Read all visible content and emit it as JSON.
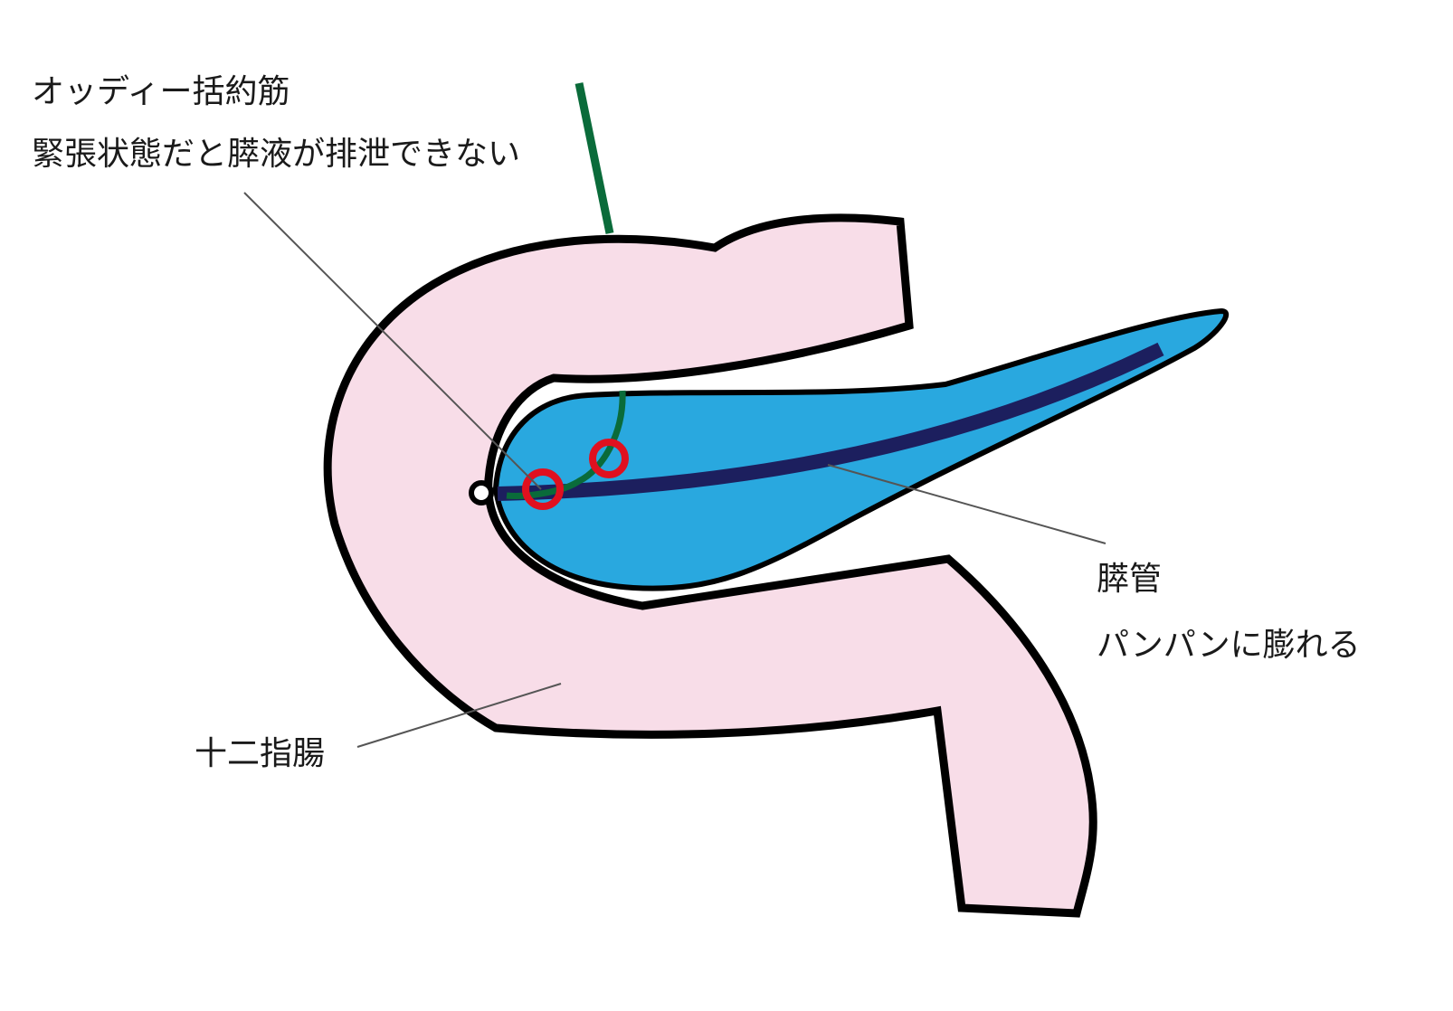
{
  "labels": {
    "sphincter_title": "オッディー括約筋",
    "sphincter_note": "緊張状態だと膵液が排泄できない",
    "duct_title": "膵管",
    "duct_note": "パンパンに膨れる",
    "duodenum": "十二指腸"
  },
  "colors": {
    "duodenum_fill": "#f8dde8",
    "outline": "#000000",
    "pancreas_fill": "#29a8df",
    "pancreatic_duct": "#1c1f5e",
    "bile_duct": "#0a6b3a",
    "sphincter_ring": "#e0101f",
    "leader_line": "#555555"
  }
}
